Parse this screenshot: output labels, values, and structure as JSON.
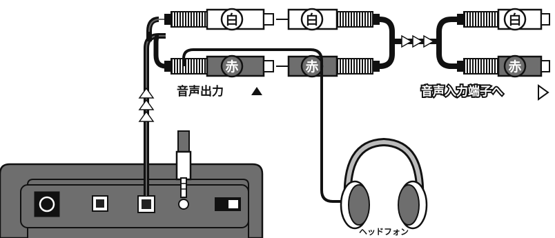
{
  "labels": {
    "audio_out": "音声出力",
    "audio_in": "音声入力端子へ",
    "headphones": "ヘッドフォン"
  },
  "plugs": {
    "white": "白",
    "red": "赤"
  }
}
